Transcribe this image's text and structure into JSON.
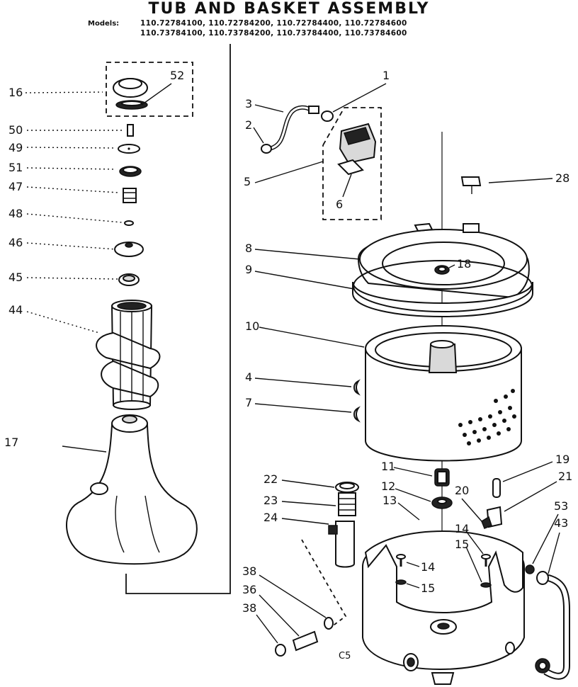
{
  "header": {
    "title": "TUB AND BASKET ASSEMBLY",
    "models_label": "Models:",
    "models_line_1": "110.72784100, 110.72784200, 110.72784400, 110.72784600",
    "models_line_2": "110.73784100, 110.73784200, 110.73784400, 110.73784600"
  },
  "callouts": {
    "c1": "1",
    "c2": "2",
    "c3": "3",
    "c4": "4",
    "c5": "5",
    "c6": "6",
    "c7": "7",
    "c8": "8",
    "c9": "9",
    "c10": "10",
    "c11": "11",
    "c12": "12",
    "c13": "13",
    "c14a": "14",
    "c14b": "14",
    "c15a": "15",
    "c15b": "15",
    "c16": "16",
    "c17": "17",
    "c18": "18",
    "c19": "19",
    "c20": "20",
    "c21": "21",
    "c22": "22",
    "c23": "23",
    "c24": "24",
    "c28": "28",
    "c36": "36",
    "c38a": "38",
    "c38b": "38",
    "c43": "43",
    "c44": "44",
    "c45": "45",
    "c46": "46",
    "c47": "47",
    "c48": "48",
    "c49": "49",
    "c50": "50",
    "c51": "51",
    "c52": "52",
    "c53": "53"
  },
  "footer": {
    "page_code": "C5"
  }
}
